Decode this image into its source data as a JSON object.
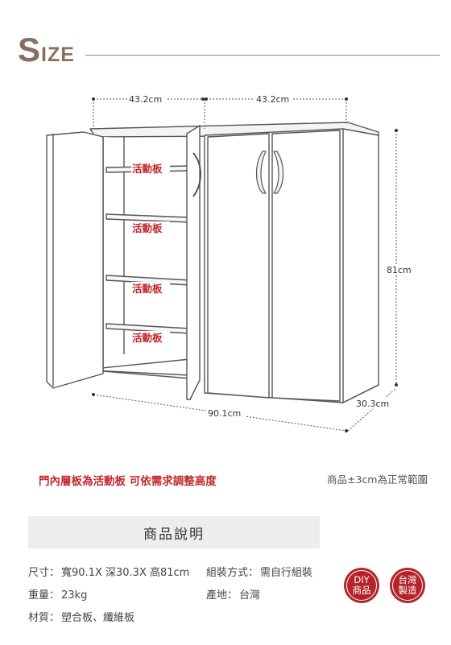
{
  "header": {
    "title_first": "S",
    "title_rest": "IZE"
  },
  "diagram": {
    "dim_width_left": "43.2cm",
    "dim_width_right": "43.2cm",
    "dim_height": "81cm",
    "dim_total_width": "90.1cm",
    "dim_depth": "30.3cm",
    "shelf_labels": [
      "活動板",
      "活動板",
      "活動板",
      "活動板"
    ]
  },
  "notes": {
    "adjustable": "門內層板為活動板 可依需求調整高度",
    "tolerance": "商品±3cm為正常範圍"
  },
  "description": {
    "title": "商品說明",
    "size_label": "尺寸：",
    "size_value": "寬90.1X 深30.3X 高81cm",
    "assembly_label": "組裝方式：",
    "assembly_value": "需自行組裝",
    "weight_label": "重量：",
    "weight_value": "23kg",
    "origin_label": "產地：",
    "origin_value": "台灣",
    "material_label": "材質：",
    "material_value": "塑合板、纖維板"
  },
  "badges": {
    "diy_line1": "DIY",
    "diy_line2": "商品",
    "tw_line1": "台灣",
    "tw_line2": "製造"
  },
  "colors": {
    "accent_brown": "#8a6f60",
    "accent_red": "#c0282d",
    "badge_red": "#b5232a"
  }
}
